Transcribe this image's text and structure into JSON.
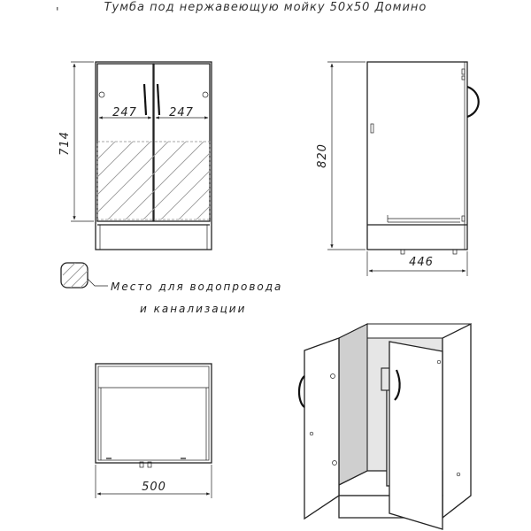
{
  "title": "Тумба под нержавеющую мойку 50х50 Домино",
  "dimensions": {
    "door_width_left": "247",
    "door_width_right": "247",
    "front_height": "714",
    "side_height": "820",
    "side_depth": "446",
    "top_width": "500"
  },
  "legend": {
    "line1": "Место для водопровода",
    "line2": "и канализации"
  },
  "colors": {
    "line": "#222222",
    "hatch": "#999999",
    "interior": "#e6e6e6"
  }
}
